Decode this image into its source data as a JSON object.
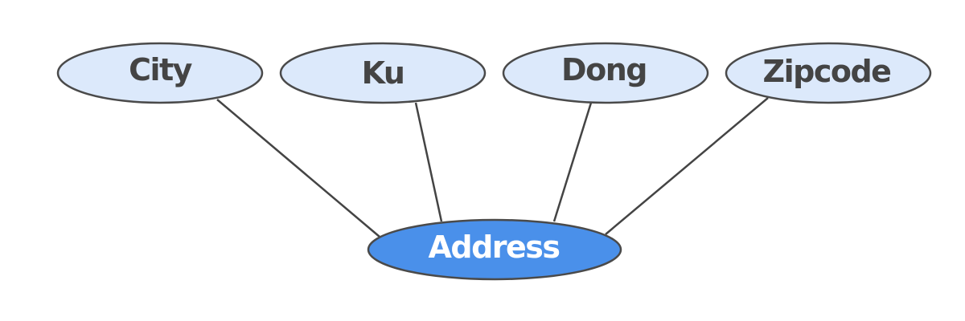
{
  "diagram": {
    "entity": {
      "label": "Address"
    },
    "attributes": [
      {
        "id": "city",
        "label": "City"
      },
      {
        "id": "ku",
        "label": "Ku"
      },
      {
        "id": "dong",
        "label": "Dong"
      },
      {
        "id": "zipcode",
        "label": "Zipcode"
      }
    ],
    "colors": {
      "attribute_fill": "#dce9fb",
      "entity_fill": "#4a90ea",
      "outline": "#4a4a4a",
      "connector": "#444444",
      "attribute_text": "#444444",
      "entity_text": "#ffffff"
    }
  }
}
